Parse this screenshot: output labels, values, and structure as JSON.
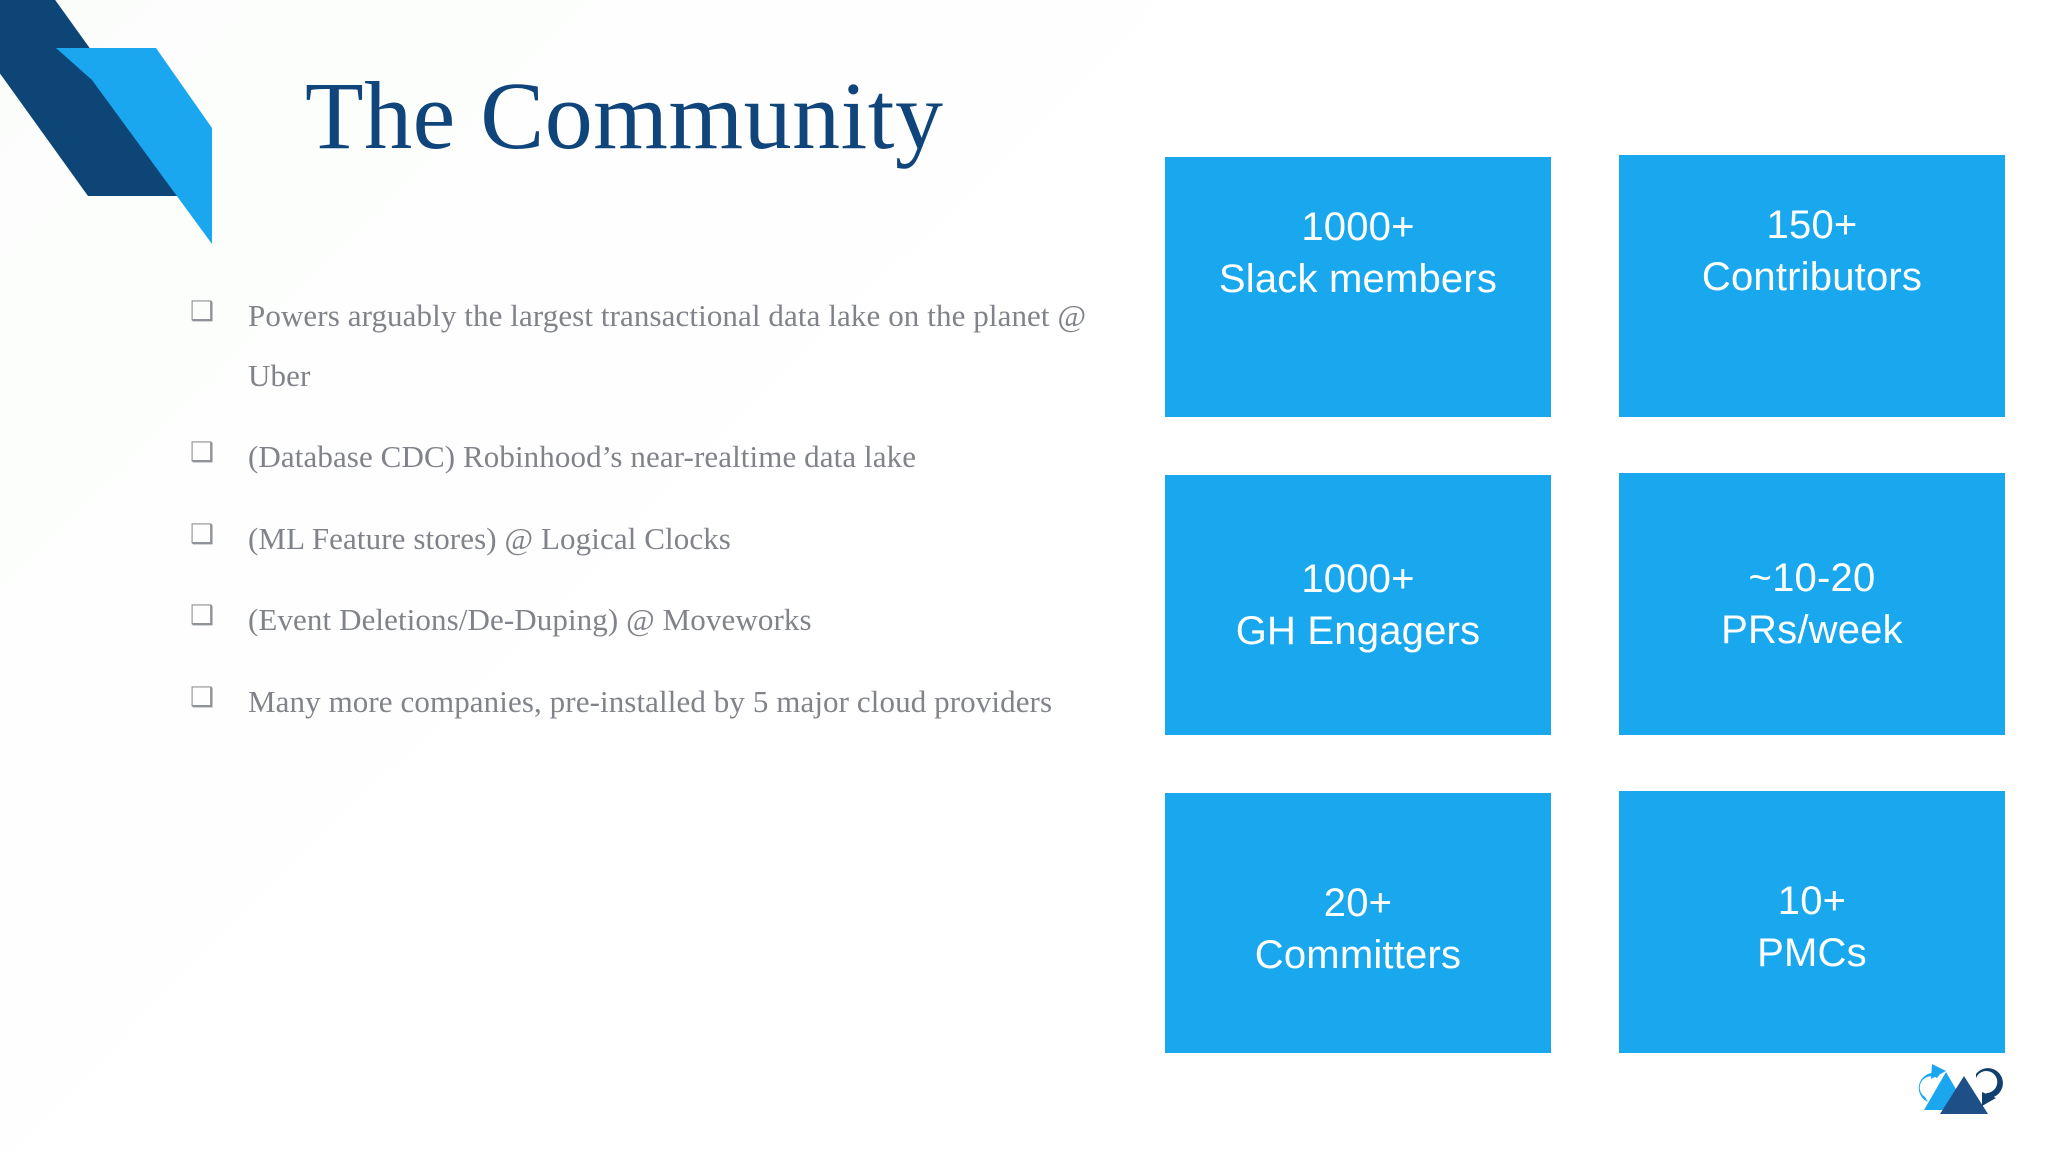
{
  "slide": {
    "title": "The Community",
    "title_color": "#10457c",
    "accent_color": "#19a8ee",
    "deco_dark_color": "#0d4577",
    "deco_light_color": "#1ba7ef",
    "body_text_color": "#808389",
    "background_color": "#ffffff"
  },
  "bullets": [
    {
      "marker": "❑",
      "text": "Powers arguably the largest transactional data lake on the planet @ Uber"
    },
    {
      "marker": "❑",
      "text": "(Database CDC) Robinhood’s near-realtime data lake"
    },
    {
      "marker": "❑",
      "text": "(ML Feature stores) @ Logical Clocks"
    },
    {
      "marker": "❑",
      "text": "(Event Deletions/De-Duping) @ Moveworks"
    },
    {
      "marker": "❑",
      "text": "Many more companies, pre-installed by 5 major cloud providers"
    }
  ],
  "stats": [
    {
      "value": "1000+",
      "label": "Slack members"
    },
    {
      "value": "150+",
      "label": "Contributors"
    },
    {
      "value": "1000+",
      "label": "GH Engagers"
    },
    {
      "value": "~10-20",
      "label": "PRs/week"
    },
    {
      "value": "20+",
      "label": "Committers"
    },
    {
      "value": "10+",
      "label": "PMCs"
    }
  ],
  "logo": {
    "name": "apache-hudi-logo",
    "light_color": "#1ba7ef",
    "dark_color": "#133f6e",
    "mid_color": "#2a6fa8"
  }
}
